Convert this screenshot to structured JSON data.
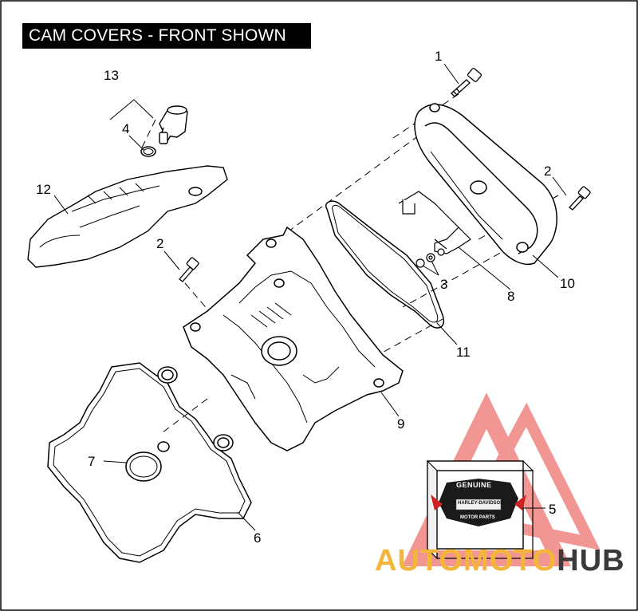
{
  "title": "CAM COVERS - FRONT SHOWN",
  "callouts": {
    "n1": "1",
    "n2a": "2",
    "n2b": "2",
    "n3": "3",
    "n4": "4",
    "n5": "5",
    "n6": "6",
    "n7": "7",
    "n8": "8",
    "n9": "9",
    "n10": "10",
    "n11": "11",
    "n12": "12",
    "n13": "13"
  },
  "genuine_badge": {
    "top": "GENUINE",
    "middle": "HARLEY-DAVIDSON",
    "bottom": "MOTOR PARTS"
  },
  "watermark": {
    "part1": "AUTOMOTO",
    "part2": "HUB",
    "colors": {
      "triangle": "#e8413c",
      "text_orange": "#f4b63a",
      "text_dark": "#3a3a3a"
    }
  }
}
